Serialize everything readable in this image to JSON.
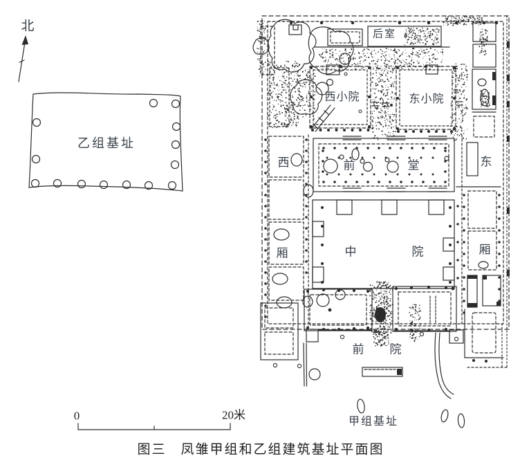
{
  "figure": {
    "caption": "图三　凤雏甲组和乙组建筑基址平面图"
  },
  "north": {
    "label": "北"
  },
  "scale_bar": {
    "start": "0",
    "end": "20米"
  },
  "site_b": {
    "label": "乙组基址"
  },
  "site_a": {
    "label": "甲组基址",
    "rooms": {
      "back_room": "后室",
      "west_small_court": "西小院",
      "east_small_court": "东小院",
      "west_corridor": "西",
      "front_hall_left": "前",
      "front_hall_right": "堂",
      "east_corridor": "东",
      "west_wing": "厢",
      "middle_court_left": "中",
      "middle_court_right": "院",
      "east_wing": "厢",
      "front_court_left": "前",
      "front_court_right": "院"
    }
  },
  "colors": {
    "ink": "#2b2b2b",
    "label": "#39404a",
    "caption": "#1f1f1f",
    "bg": "#ffffff"
  }
}
